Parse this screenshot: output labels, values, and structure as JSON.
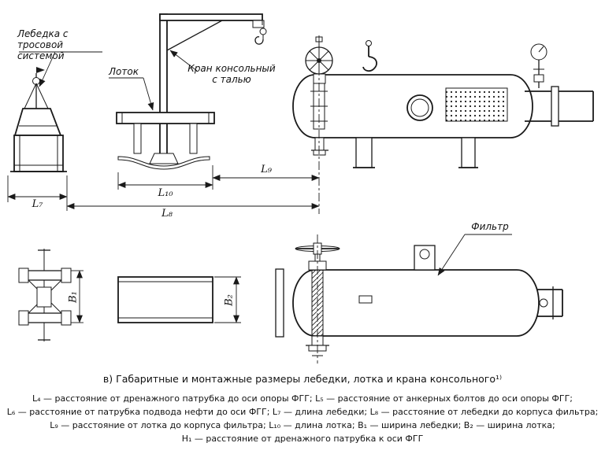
{
  "appearance": {
    "ink": "#1a1a1a",
    "background": "#ffffff"
  },
  "labels": {
    "winch": "Лебедка с\nтросовой системой",
    "tray": "Лоток",
    "crane": "Кран консольный\nс талью",
    "filter": "Фильтр"
  },
  "dimensions": {
    "l7": "L₇",
    "l8": "L₈",
    "l9": "L₉",
    "l10": "L₁₀",
    "b1": "B₁",
    "b2": "B₂"
  },
  "caption": "в) Габаритные и монтажные размеры лебедки, лотка и крана консольного¹⁾",
  "legend": {
    "line1": "L₄ — расстояние от дренажного патрубка до оси опоры ФГГ; L₅ — расстояние от анкерных болтов до оси опоры ФГГ;",
    "line2": "L₆ — расстояние от патрубка подвода нефти до оси ФГГ; L₇ — длина лебедки; L₈ — расстояние от лебедки до корпуса фильтра;",
    "line3": "L₉ — расстояние от лотка до корпуса фильтра; L₁₀ — длина лотка; B₁ — ширина лебедки; B₂ — ширина лотка;",
    "line4": "H₁ — расстояние от дренажного патрубка к оси ФГГ"
  }
}
